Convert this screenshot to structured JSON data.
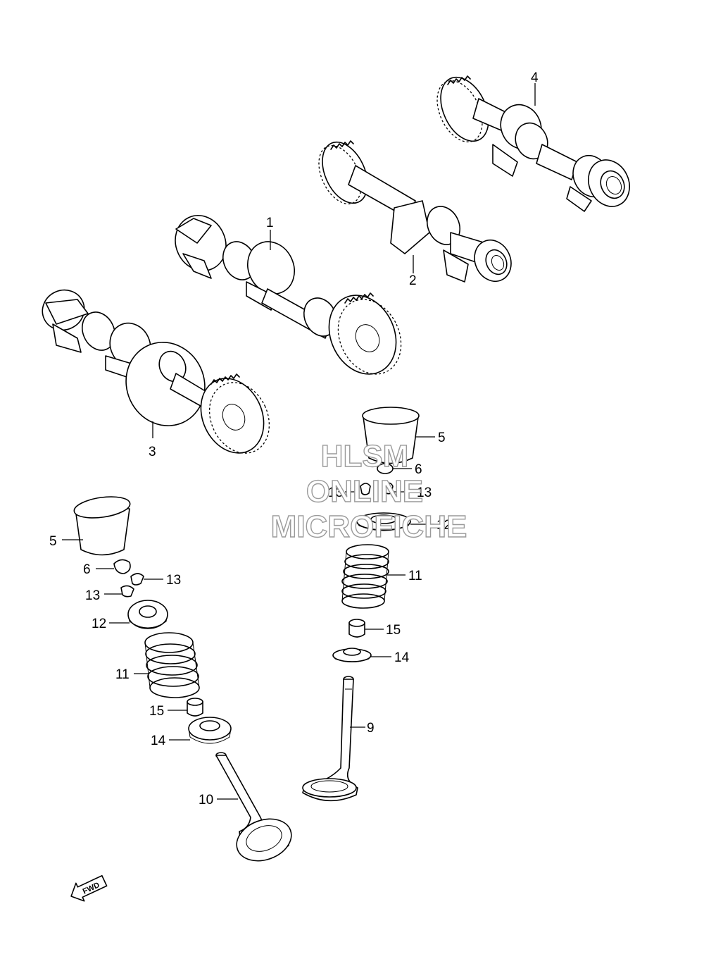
{
  "callouts": {
    "c1": "1",
    "c2": "2",
    "c3": "3",
    "c4": "4",
    "c5a": "5",
    "c5b": "5",
    "c6a": "6",
    "c6b": "6",
    "c9": "9",
    "c10": "10",
    "c11a": "11",
    "c11b": "11",
    "c12a": "12",
    "c12b": "12",
    "c13a": "13",
    "c13b": "13",
    "c13c": "13",
    "c13d": "13",
    "c14a": "14",
    "c14b": "14",
    "c15a": "15",
    "c15b": "15"
  },
  "watermark": {
    "line1": "HLSM",
    "line2": "ONLINE",
    "line3": "MICROFICHE"
  },
  "fwd_label": "FWD"
}
